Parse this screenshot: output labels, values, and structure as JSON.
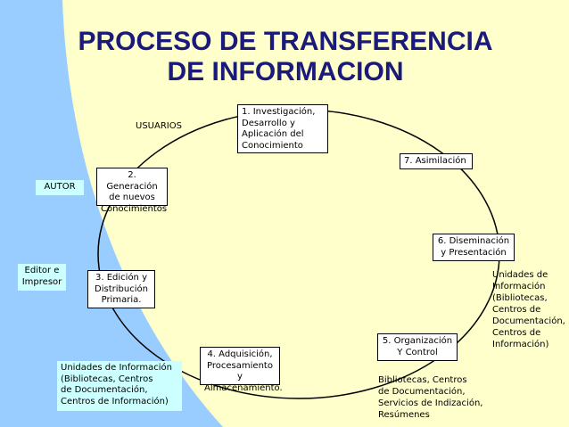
{
  "title": {
    "line1": "PROCESO DE TRANSFERENCIA",
    "line2": "DE INFORMACION"
  },
  "colors": {
    "background": "#FFFFCC",
    "left_region": "#99CCFF",
    "title": "#1A1A7A",
    "tag_background": "#CCFFFF"
  },
  "steps": {
    "s1": "1. Investigación,\nDesarrollo y\nAplicación del\nConocimiento",
    "s2": "2. Generación\nde nuevos\nConocimientos",
    "s3": "3. Edición y\nDistribución\nPrimaria.",
    "s4": "4. Adquisición,\nProcesamiento y\nAlmacenamiento.",
    "s5": "5. Organización\nY Control",
    "s6": "6. Diseminación\ny Presentación",
    "s7": "7. Asimilación"
  },
  "actors": {
    "usuarios": "USUARIOS",
    "autor": "AUTOR",
    "editor": "Editor e\nImpresor"
  },
  "notes": {
    "unidades_left": "Unidades de Información\n(Bibliotecas, Centros\n de Documentación,\nCentros de Información)",
    "bibliotecas": "Bibliotecas, Centros\n de Documentación,\nServicios de Indización,\nResúmenes",
    "unidades_right": "Unidades de\n Información\n(Bibliotecas,\nCentros de\nDocumentación,\n Centros de\n Información)"
  }
}
